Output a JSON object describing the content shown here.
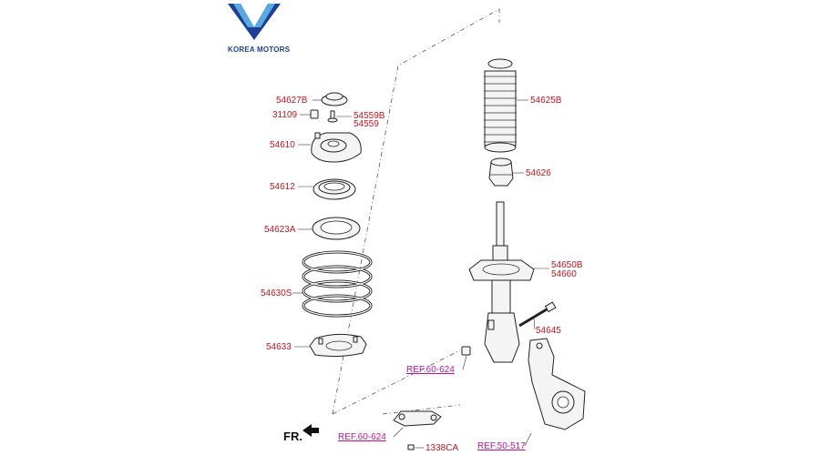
{
  "brand": {
    "name": "KOREA MOTORS",
    "colors": {
      "dark_blue": "#1f3f93",
      "light_blue": "#58a9e0"
    }
  },
  "colors": {
    "part_label": "#c0151e",
    "reference_label": "#b5179e",
    "line": "#222222"
  },
  "part_labels": {
    "p54627B": "54627B",
    "p31109": "31109",
    "p54559B": "54559B",
    "p54559": "54559",
    "p54610": "54610",
    "p54612": "54612",
    "p54623A": "54623A",
    "p54630S": "54630S",
    "p54633": "54633",
    "p54625B": "54625B",
    "p54626": "54626",
    "p54650B": "54650B",
    "p54660": "54660",
    "p54645": "54645",
    "p1338CA": "1338CA"
  },
  "references": {
    "ref_60_624_strut": "REF.60-624",
    "ref_60_624_bracket": "REF.60-624",
    "ref_50_517": "REF.50-517"
  },
  "direction_marker": {
    "label": "FR.",
    "icon": "front-direction-arrow-icon"
  }
}
